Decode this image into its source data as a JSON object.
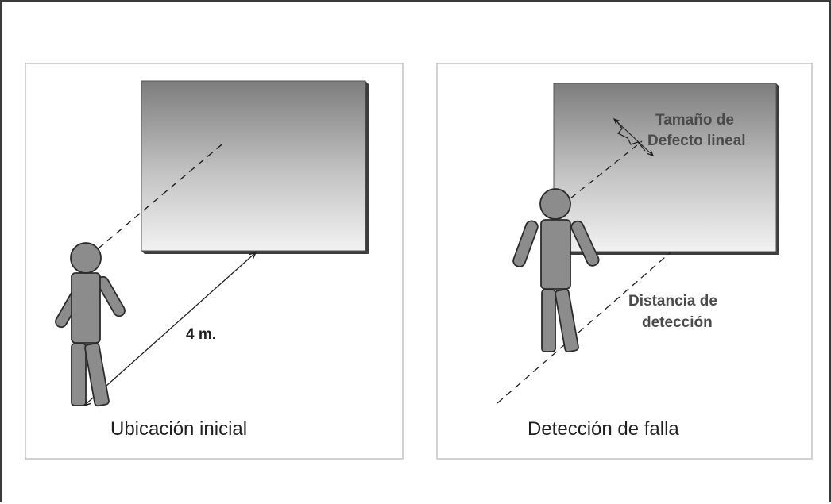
{
  "left_panel": {
    "distance_label": "4 m.",
    "caption": "Ubicación inicial"
  },
  "right_panel": {
    "defect_label_line1": "Tamaño de",
    "defect_label_line2": "Defecto lineal",
    "distance_label_line1": "Distancia de",
    "distance_label_line2": "detección",
    "caption": "Detección de falla"
  },
  "colors": {
    "figure_fill": "#8c8c8c",
    "figure_stroke": "#2b2b2b",
    "panel_gradient_top": "#7d7d7d",
    "panel_gradient_bottom": "#f2f2f2",
    "frame_border": "#b5b5b5"
  }
}
